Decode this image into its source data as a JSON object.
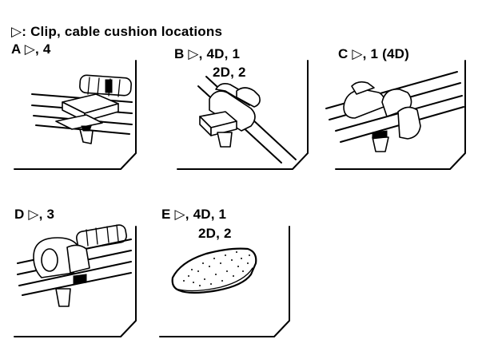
{
  "title": {
    "symbol": "▷",
    "text": ": Clip, cable cushion locations"
  },
  "panels": [
    {
      "id": "A",
      "line1": "A ▷, 4"
    },
    {
      "id": "B",
      "line1": "B ▷, 4D, 1",
      "line2": "2D, 2"
    },
    {
      "id": "C",
      "line1": "C ▷, 1 (4D)"
    },
    {
      "id": "D",
      "line1": "D ▷, 3"
    },
    {
      "id": "E",
      "line1": "E ▷, 4D, 1",
      "line2": "2D, 2"
    }
  ]
}
